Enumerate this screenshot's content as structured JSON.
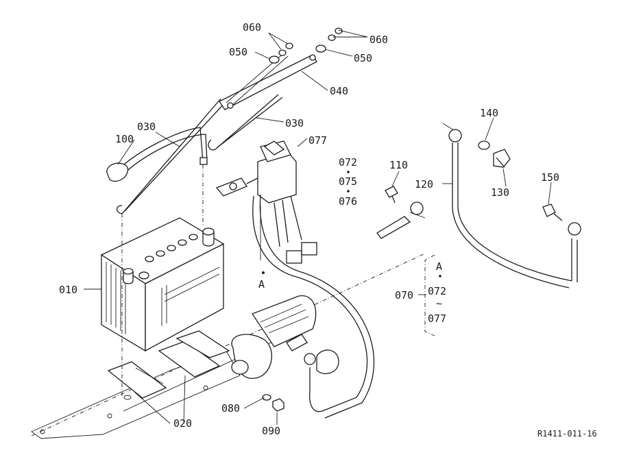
{
  "drawing": {
    "reference_code": "R1411-011-16"
  },
  "callouts": {
    "c010": "010",
    "c020": "020",
    "c030a": "030",
    "c030b": "030",
    "c040": "040",
    "c050a": "050",
    "c050b": "050",
    "c060a": "060",
    "c060b": "060",
    "c070": "070",
    "c072": "072",
    "c075": "075",
    "c076": "076",
    "c077": "077",
    "c080": "080",
    "c090": "090",
    "c100": "100",
    "c110": "110",
    "c120": "120",
    "c130": "130",
    "c140": "140",
    "c150": "150",
    "marker_a": "A"
  },
  "kit_legend": {
    "a": "A",
    "from": "072",
    "tilde": "~",
    "to": "077"
  }
}
